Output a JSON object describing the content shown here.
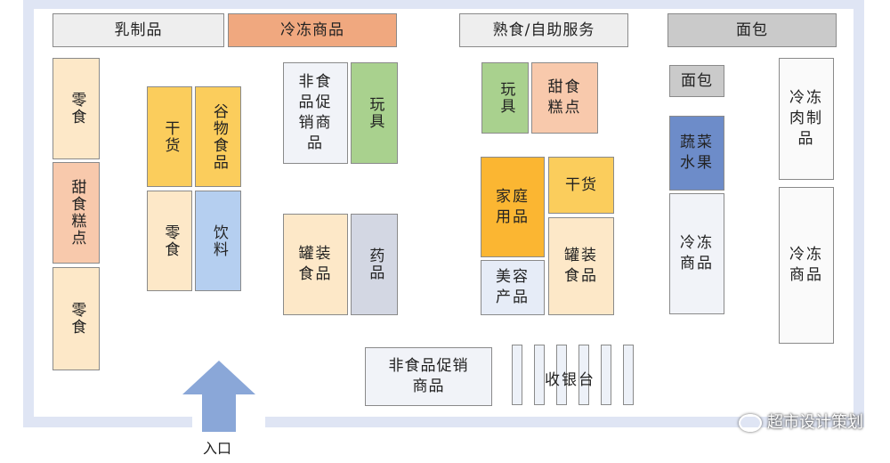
{
  "sections": {
    "dairy": "乳制品",
    "frozen_top": "冷冻商品",
    "deli": "熟食/自助服务",
    "bread_top": "面包",
    "snack_1": "零食",
    "dessert_left": "甜食糕点",
    "snack_2": "零食",
    "dry_goods_1": "干货",
    "grain": "谷物食品",
    "snack_3": "零食",
    "drinks": "饮料",
    "nonfood_promo_1": "非食品促销商品",
    "toys_1": "玩具",
    "canned_1": "罐装食品",
    "medicine": "药品",
    "toys_2": "玩具",
    "dessert_right": "甜食糕点",
    "household": "家庭用品",
    "dry_goods_2": "干货",
    "beauty": "美容产品",
    "canned_2": "罐装食品",
    "bread_small": "面包",
    "veg_fruit": "蔬菜水果",
    "frozen_mid": "冷冻商品",
    "frozen_meat": "冷冻肉制品",
    "frozen_right": "冷冻商品",
    "nonfood_promo_2": "非食品促销商品",
    "checkout": "收银台",
    "entrance": "入口",
    "watermark": "超市设计策划"
  },
  "colors": {
    "wall": "#dfe5f4",
    "arrow": "#8aa7d8",
    "orange": "#fbb632",
    "salmon": "#f0a87f",
    "navy": "#6d8cc9",
    "green": "#a9d18e"
  },
  "icons": {
    "entrance_arrow": "up-arrow-icon",
    "watermark_icon": "wechat-icon"
  }
}
